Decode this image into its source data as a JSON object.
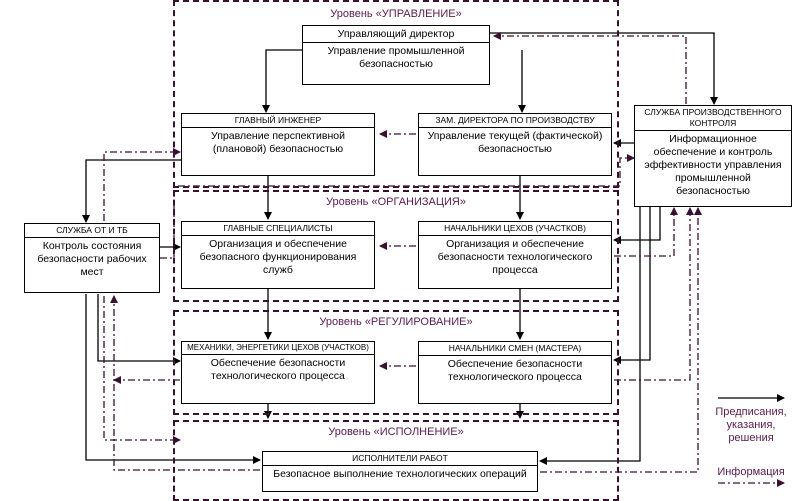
{
  "levels": {
    "management": "Уровень «УПРАВЛЕНИЕ»",
    "organization": "Уровень «ОРГАНИЗАЦИЯ»",
    "regulation": "Уровень «РЕГУЛИРОВАНИЕ»",
    "execution": "Уровень «ИСПОЛНЕНИЕ»"
  },
  "boxes": {
    "director": {
      "head": "Управляющий директор",
      "body": "Управление промышленной безопасностью"
    },
    "chief_engineer": {
      "head": "ГЛАВНЫЙ ИНЖЕНЕР",
      "body": "Управление перспективной (плановой) безопасностью"
    },
    "deputy_director": {
      "head": "ЗАМ. ДИРЕКТОРА ПО ПРОИЗВОДСТВУ",
      "body": "Управление текущей (фактической) безопасностью"
    },
    "control_service": {
      "head": "СЛУЖБА ПРОИЗВОДСТВЕННОГО КОНТРОЛЯ",
      "body": "Информационное обеспечение и контроль эффективности управления промышленной безопасностью"
    },
    "ot_service": {
      "head": "СЛУЖБА ОТ И ТБ",
      "body": "Контроль состояния безопасности рабочих мест"
    },
    "chief_specialists": {
      "head": "ГЛАВНЫЕ СПЕЦИАЛИСТЫ",
      "body": "Организация и обеспечение безопасного функционирования служб"
    },
    "shop_heads": {
      "head": "НАЧАЛЬНИКИ ЦЕХОВ (УЧАСТКОВ)",
      "body": "Организация и обеспечение безопасности технологического процесса"
    },
    "mechanics": {
      "head": "МЕХАНИКИ, ЭНЕРГЕТИКИ ЦЕХОВ (УЧАСТКОВ)",
      "body": "Обеспечение безопасности технологического процесса"
    },
    "shift_heads": {
      "head": "НАЧАЛЬНИКИ СМЕН (МАСТЕРА)",
      "body": "Обеспечение безопасности технологического процесса"
    },
    "workers": {
      "head": "ИСПОЛНИТЕЛИ РАБОТ",
      "body": "Безопасное выполнение технологических операций"
    }
  },
  "legend": {
    "orders": "Предписания, указания, решения",
    "info": "Информация"
  },
  "colors": {
    "frame": "#3a1030",
    "info_line": "#3a1030",
    "level_title": "#5a1a50"
  }
}
